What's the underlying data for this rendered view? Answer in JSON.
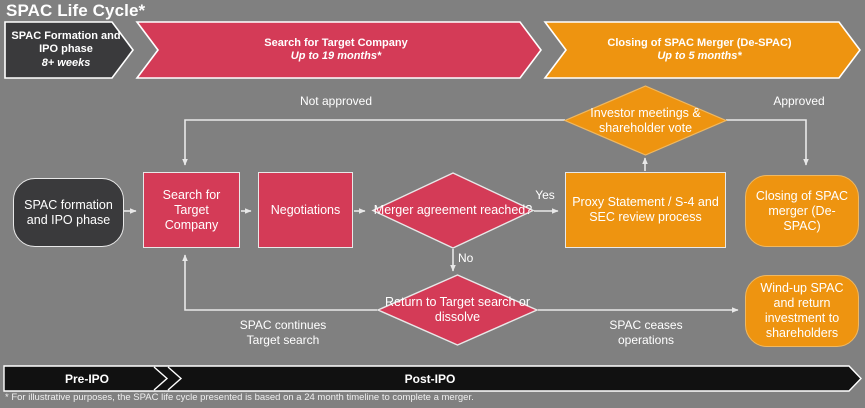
{
  "page": {
    "title": "SPAC Life Cycle*",
    "background_color": "#808080"
  },
  "colors": {
    "crimson": "#d43b57",
    "orange": "#ee9410",
    "dark": "#3a3a3c",
    "line": "#e8e8e8",
    "background": "#808080",
    "bar": "#111111"
  },
  "phases": [
    {
      "line1": "SPAC Formation\nand IPO phase",
      "line2": "8+ weeks",
      "color": "#3a3a3c"
    },
    {
      "line1": "Search for Target Company",
      "line2": "Up to 19 months*",
      "color": "#d43b57"
    },
    {
      "line1": "Closing of SPAC Merger (De-SPAC)",
      "line2": "Up to 5 months*",
      "color": "#ee9410"
    }
  ],
  "nodes": {
    "spac_formation": "SPAC formation and IPO phase",
    "search_target": "Search for Target Company",
    "negotiations": "Negotiations",
    "merger_agreement": "Merger agreement reached?",
    "proxy_statement": "Proxy Statement / S-4 and SEC review process",
    "investor_meetings": "Investor meetings & shareholder vote",
    "closing_merger": "Closing of SPAC merger (De-SPAC)",
    "return_target": "Return to Target search or dissolve",
    "wind_up": "Wind-up SPAC and return investment to shareholders"
  },
  "edge_labels": {
    "not_approved": "Not approved",
    "approved": "Approved",
    "yes": "Yes",
    "no": "No",
    "spac_continues": "SPAC continues\nTarget search",
    "spac_ceases": "SPAC ceases\noperations"
  },
  "timeline": {
    "pre_ipo": "Pre-IPO",
    "post_ipo": "Post-IPO"
  },
  "footnote": "* For illustrative purposes, the SPAC life cycle presented is based on a 24 month timeline to complete a merger."
}
